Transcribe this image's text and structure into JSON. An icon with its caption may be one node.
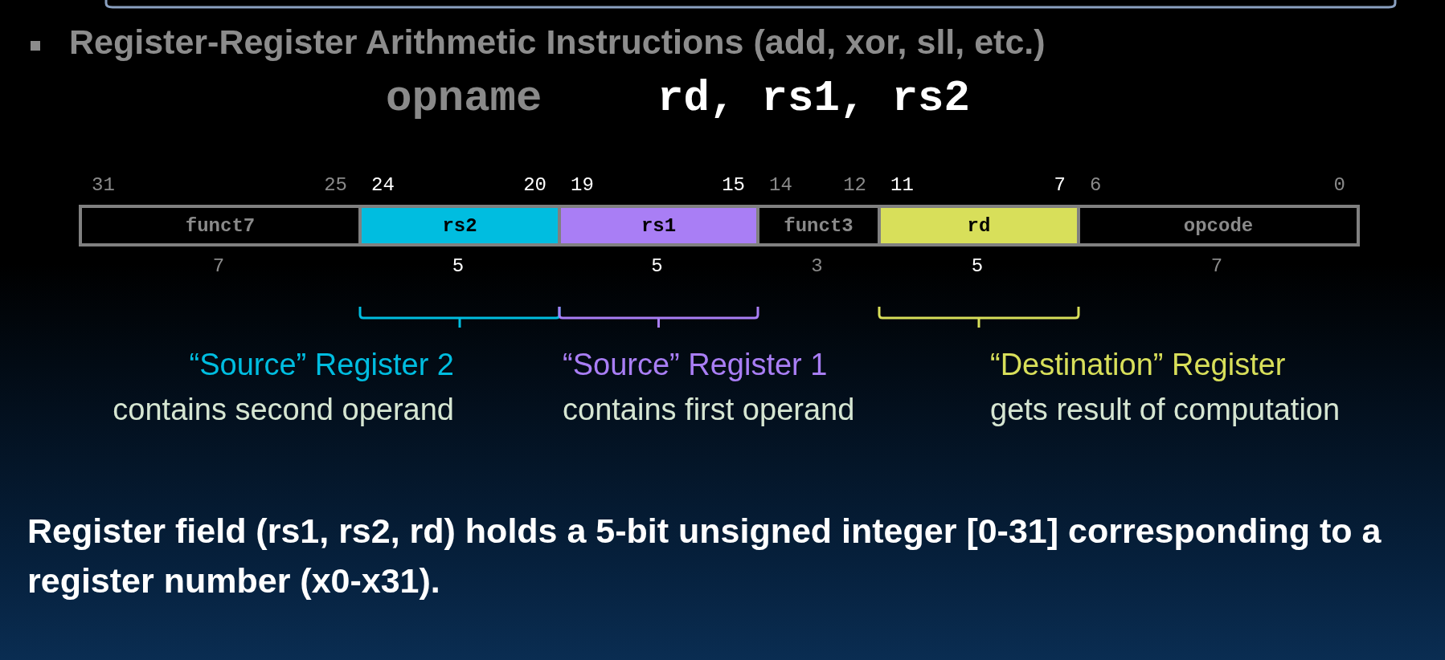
{
  "diagram": {
    "title": "Register-Register Arithmetic Instructions (add, xor, sll, etc.)",
    "caption": "Register field (rs1, rs2, rd) holds a 5-bit unsigned integer [0-31] corresponding to a register number (x0-x31).",
    "nodes": [
      {
        "text": [
          "funct7"
        ],
        "beside": [
          "31",
          "25",
          "7"
        ]
      },
      {
        "text": [
          "rs2"
        ],
        "beside": [
          "24",
          "20",
          "5"
        ]
      },
      {
        "text": [
          "rs1"
        ],
        "beside": [
          "19",
          "15",
          "5"
        ]
      },
      {
        "text": [
          "funct3"
        ],
        "beside": [
          "14",
          "12",
          "3"
        ]
      },
      {
        "text": [
          "rd"
        ],
        "beside": [
          "11",
          "7",
          "5"
        ]
      },
      {
        "text": [
          "opcode"
        ],
        "beside": [
          "6",
          "0",
          "7"
        ]
      },
      {
        "text": [
          "“Source” Register 2",
          "contains second operand"
        ]
      },
      {
        "text": [
          "“Source” Register 1",
          "contains first operand"
        ]
      },
      {
        "text": [
          "“Destination” Register",
          "gets result of computation"
        ]
      }
    ],
    "edges": [],
    "labels": [
      "opname",
      "rd, rs1, rs2"
    ]
  }
}
